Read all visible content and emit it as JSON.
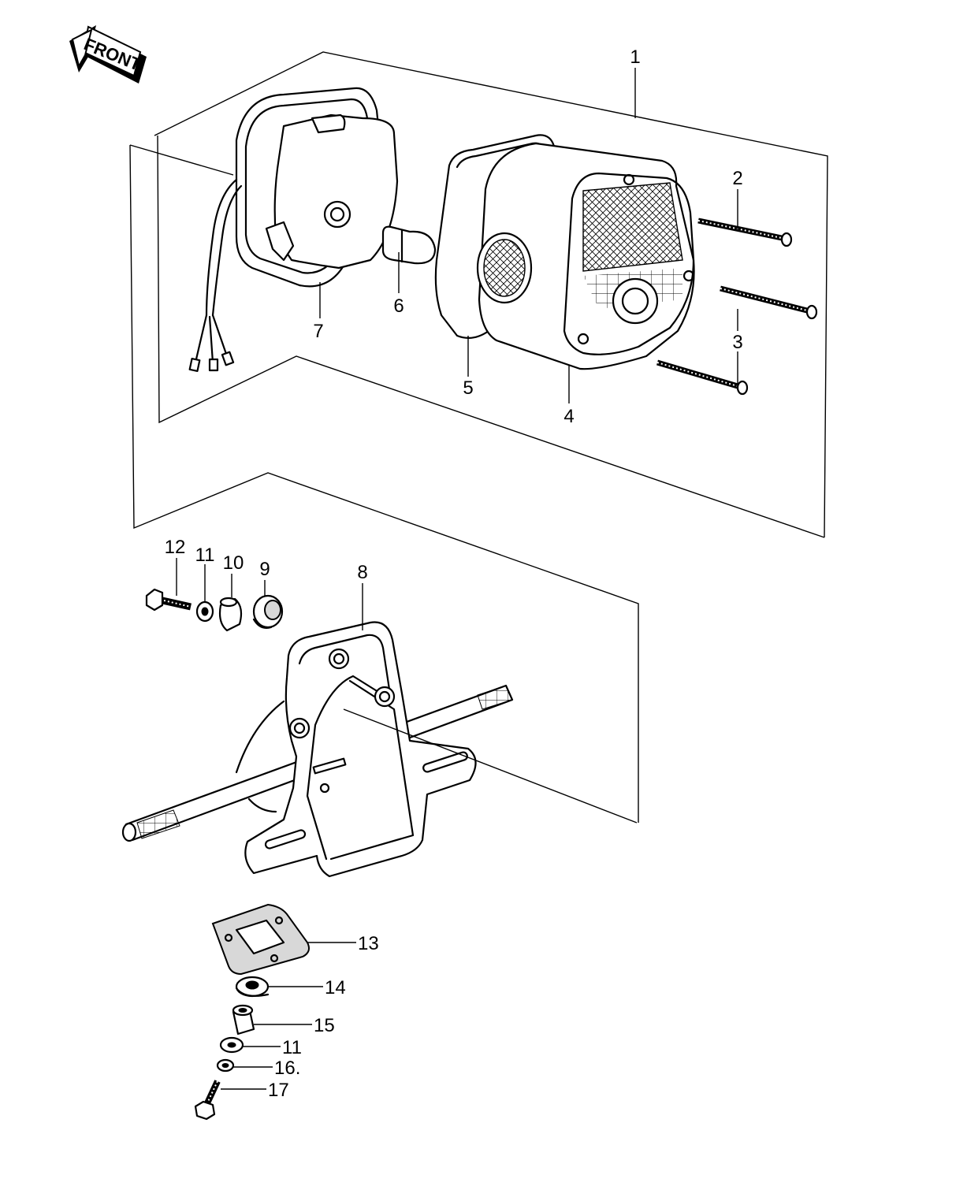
{
  "front_arrow": {
    "text": "FRONT"
  },
  "callouts": [
    {
      "id": "c1",
      "text": "1"
    },
    {
      "id": "c2",
      "text": "2"
    },
    {
      "id": "c3",
      "text": "3"
    },
    {
      "id": "c4",
      "text": "4"
    },
    {
      "id": "c5",
      "text": "5"
    },
    {
      "id": "c6",
      "text": "6"
    },
    {
      "id": "c7",
      "text": "7"
    },
    {
      "id": "c8",
      "text": "8"
    },
    {
      "id": "c9",
      "text": "9"
    },
    {
      "id": "c10",
      "text": "10"
    },
    {
      "id": "c11a",
      "text": "11"
    },
    {
      "id": "c12",
      "text": "12"
    },
    {
      "id": "c13",
      "text": "13"
    },
    {
      "id": "c14",
      "text": "14"
    },
    {
      "id": "c15",
      "text": "15"
    },
    {
      "id": "c11b",
      "text": "11"
    },
    {
      "id": "c16",
      "text": "16."
    },
    {
      "id": "c17",
      "text": "17"
    }
  ]
}
